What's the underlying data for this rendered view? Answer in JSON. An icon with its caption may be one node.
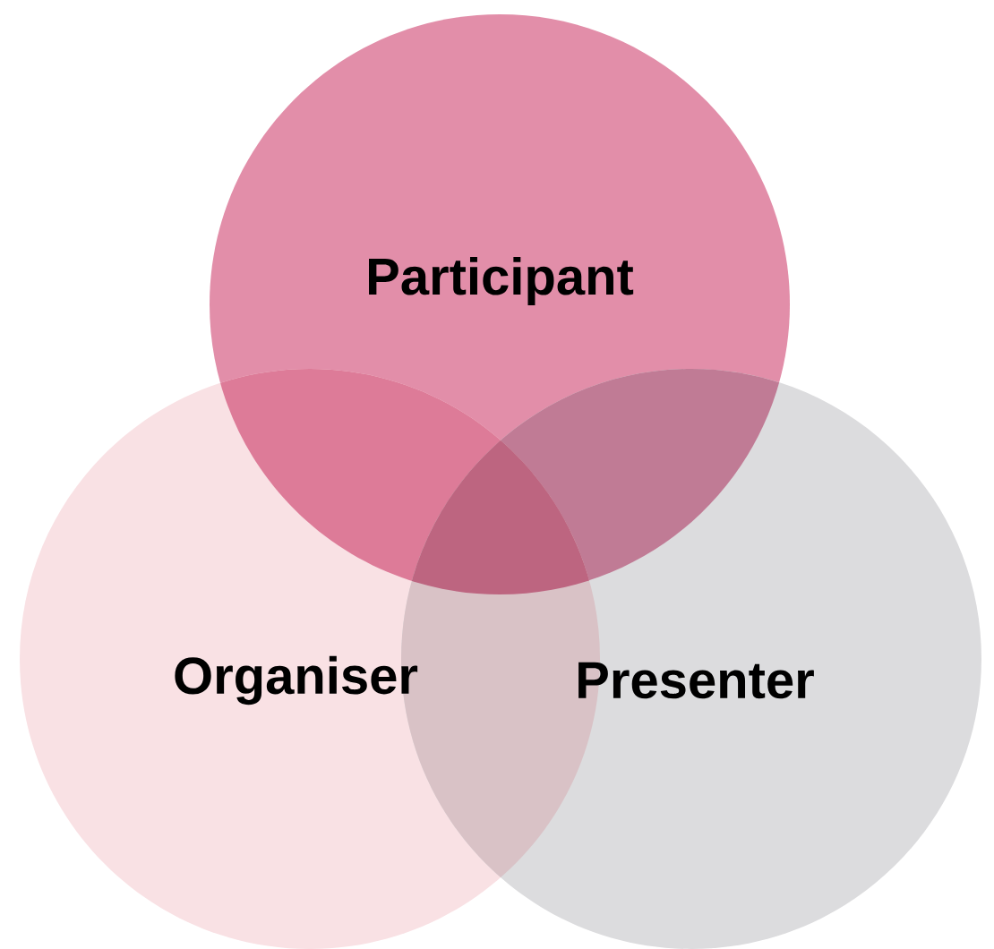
{
  "diagram": {
    "nodes": [
      {
        "text": [
          "Participant"
        ]
      },
      {
        "text": [
          "Organiser"
        ]
      },
      {
        "text": [
          "Presenter"
        ]
      }
    ],
    "edges": []
  }
}
